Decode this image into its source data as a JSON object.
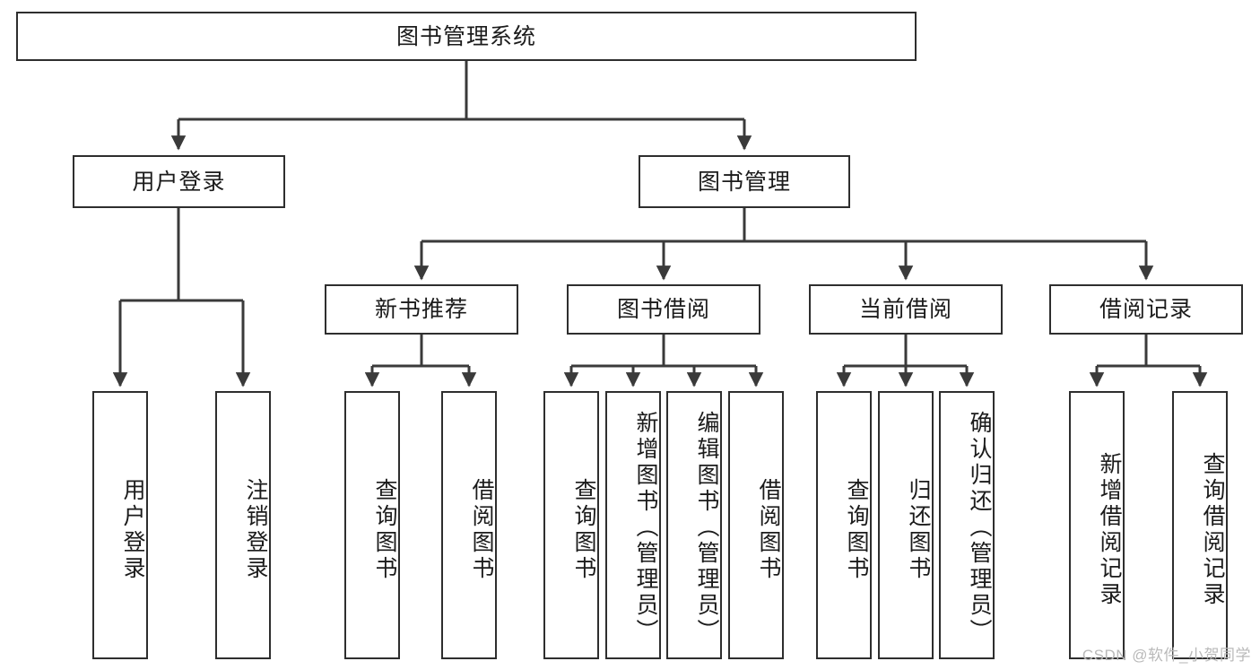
{
  "diagram": {
    "title": "图书管理系统",
    "type": "tree-hierarchy-chart",
    "root": {
      "label": "图书管理系统"
    },
    "level2": [
      {
        "label": "用户登录"
      },
      {
        "label": "图书管理"
      }
    ],
    "level3": [
      {
        "label": "新书推荐"
      },
      {
        "label": "图书借阅"
      },
      {
        "label": "当前借阅"
      },
      {
        "label": "借阅记录"
      }
    ],
    "leaves": [
      {
        "label": "用户登录",
        "group": "用户登录"
      },
      {
        "label": "注销登录",
        "group": "用户登录"
      },
      {
        "label": "查询图书",
        "group": "新书推荐"
      },
      {
        "label": "借阅图书",
        "group": "新书推荐"
      },
      {
        "label": "查询图书",
        "group": "图书借阅"
      },
      {
        "label": "新增图书（管理员）",
        "group": "图书借阅"
      },
      {
        "label": "编辑图书（管理员）",
        "group": "图书借阅"
      },
      {
        "label": "借阅图书",
        "group": "图书借阅"
      },
      {
        "label": "查询图书",
        "group": "当前借阅"
      },
      {
        "label": "归还图书",
        "group": "当前借阅"
      },
      {
        "label": "确认归还（管理员）",
        "group": "当前借阅"
      },
      {
        "label": "新增借阅记录",
        "group": "借阅记录"
      },
      {
        "label": "查询借阅记录",
        "group": "借阅记录"
      }
    ]
  },
  "watermark": {
    "text": "CSDN @软件_小贺同学"
  },
  "colors": {
    "box_border": "#2e2e2e",
    "box_fill": "#ffffff",
    "connector": "#3a3a3a",
    "text": "#1b1b1b",
    "watermark": "#b9b9b9",
    "canvas": "#ffffff"
  }
}
